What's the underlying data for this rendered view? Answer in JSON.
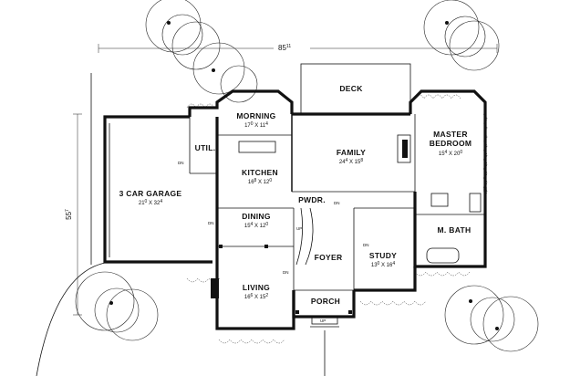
{
  "overall": {
    "width": {
      "feet": "85",
      "inches": "11"
    },
    "depth": {
      "feet": "55",
      "inches": "7"
    }
  },
  "rooms": [
    {
      "id": "deck",
      "name": "DECK"
    },
    {
      "id": "morning",
      "name": "MORNING",
      "dims": {
        "a": "17",
        "as": "0",
        "b": "11",
        "bs": "4"
      }
    },
    {
      "id": "family",
      "name": "FAMILY",
      "dims": {
        "a": "24",
        "as": "4",
        "b": "15",
        "bs": "8"
      }
    },
    {
      "id": "master",
      "name": "MASTER",
      "name2": "BEDROOM",
      "dims": {
        "a": "15",
        "as": "4",
        "b": "20",
        "bs": "0"
      }
    },
    {
      "id": "util",
      "name": "UTIL."
    },
    {
      "id": "kitchen",
      "name": "KITCHEN",
      "dims": {
        "a": "16",
        "as": "8",
        "b": "12",
        "bs": "0"
      }
    },
    {
      "id": "garage",
      "name": "3 CAR GARAGE",
      "dims": {
        "a": "21",
        "as": "0",
        "b": "32",
        "bs": "4"
      }
    },
    {
      "id": "pwdr",
      "name": "PWDR."
    },
    {
      "id": "dining",
      "name": "DINING",
      "dims": {
        "a": "15",
        "as": "4",
        "b": "12",
        "bs": "0"
      }
    },
    {
      "id": "mbath",
      "name": "M. BATH"
    },
    {
      "id": "foyer",
      "name": "FOYER"
    },
    {
      "id": "study",
      "name": "STUDY",
      "dims": {
        "a": "13",
        "as": "0",
        "b": "16",
        "bs": "4"
      }
    },
    {
      "id": "living",
      "name": "LIVING",
      "dims": {
        "a": "16",
        "as": "6",
        "b": "15",
        "bs": "2"
      }
    },
    {
      "id": "porch",
      "name": "PORCH"
    }
  ],
  "annotations": {
    "dn": "DN",
    "up": "UP"
  }
}
